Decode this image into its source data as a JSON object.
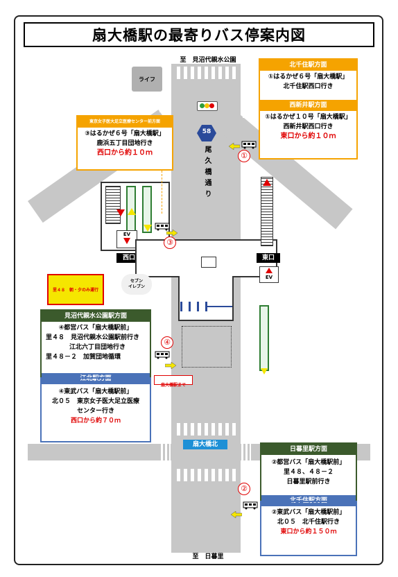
{
  "title": "扇大橋駅の最寄りバス停案内図",
  "top_label": "至　見沼代親水公園",
  "bottom_label": "至　日暮里",
  "road_name": "尾久橋通り",
  "route_number": "58",
  "landmarks": {
    "life": "ライフ",
    "seven_eleven": "セブン\nイレブン",
    "west_exit": "西口",
    "east_exit": "東口",
    "ev_west": "EV",
    "ev_east": "EV",
    "ohashi_kita": "扇大橋北"
  },
  "note_box": "里４８　朝・夕のみ運行",
  "small_red_note": "扇大橋駅まで",
  "stops": {
    "s1_top": {
      "header": "北千住駅方面",
      "line1": "①はるかぜ６号「扇大橋駅」",
      "line2": "北千住駅西口行き"
    },
    "s1_bottom": {
      "header": "西新井駅方面",
      "line1": "①はるかぜ１０号「扇大橋駅」",
      "line2": "西新井駅西口行き",
      "distance": "東口から約１０ｍ"
    },
    "s3": {
      "header": "東京女子医大足立医療センター前方面",
      "line1": "③はるかぜ６号「扇大橋駅」",
      "line2": "鹿浜五丁目団地行き",
      "distance": "西口から約１０ｍ"
    },
    "s4_top": {
      "header": "見沼代親水公園駅方面",
      "line1": "④都営バス「扇大橋駅前」",
      "line2": "里４８　見沼代親水公園駅前行き",
      "line3": "江北六丁目団地行き",
      "line4": "里４８－２　加賀団地循環"
    },
    "s4_bottom": {
      "header": "江北駅方面",
      "line1": "④東武バス「扇大橋駅前」",
      "line2": "北０５　東京女子医大足立医療",
      "line3": "センター行き",
      "distance": "西口から約７０ｍ"
    },
    "s2_top": {
      "header": "日暮里駅方面",
      "line1": "②都営バス「扇大橋駅前」",
      "line2": "里４８、４８－２",
      "line3": "日暮里駅前行き"
    },
    "s2_bottom": {
      "header": "北千住駅方面",
      "line1": "②東武バス「扇大橋駅前」",
      "line2": "北０５　北千住駅行き",
      "distance": "東口から約１５０ｍ"
    }
  },
  "stop_numbers": [
    "①",
    "②",
    "③",
    "④"
  ],
  "colors": {
    "orange": "#f5a300",
    "green_dark": "#3b5a2c",
    "blue": "#4a72b8",
    "red": "#e00000",
    "road": "#c7c7c7",
    "route_hex": "#2a4a9a"
  }
}
